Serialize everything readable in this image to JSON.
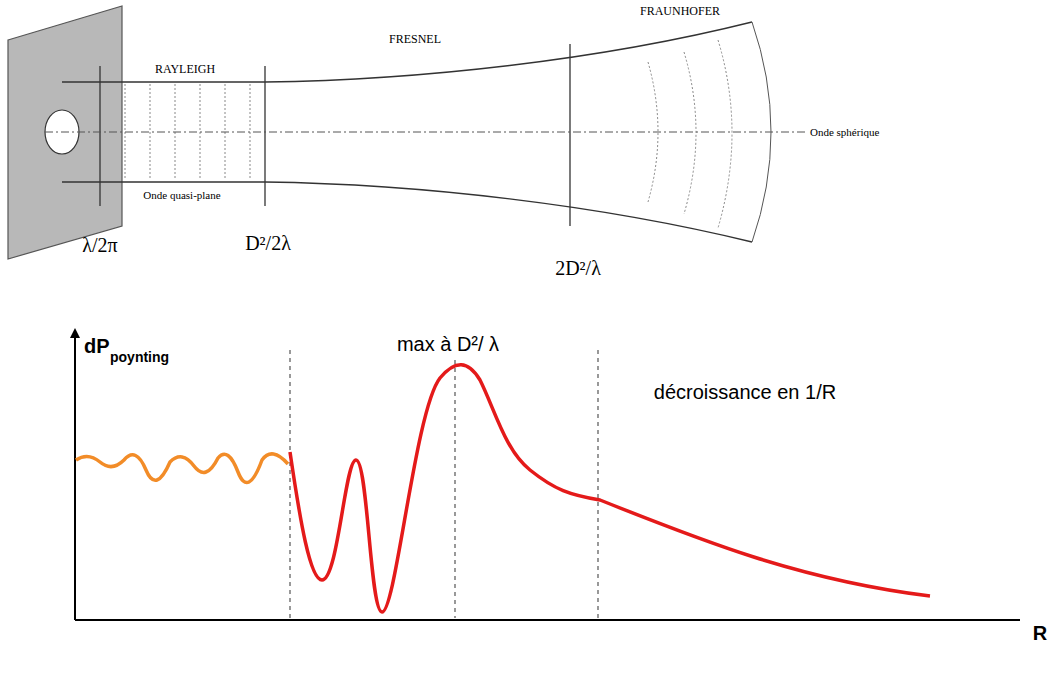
{
  "diagram": {
    "labels": [
      "RAYLEIGH",
      "Onde quasi-plane",
      "FRESNEL",
      "FRAUNHOFER",
      "Onde sphérique",
      "λ/2π",
      "D²/2λ",
      "2D²/λ",
      "dP",
      "poynting",
      "max à D²/ λ",
      "décroissance en 1/R",
      "R"
    ]
  }
}
